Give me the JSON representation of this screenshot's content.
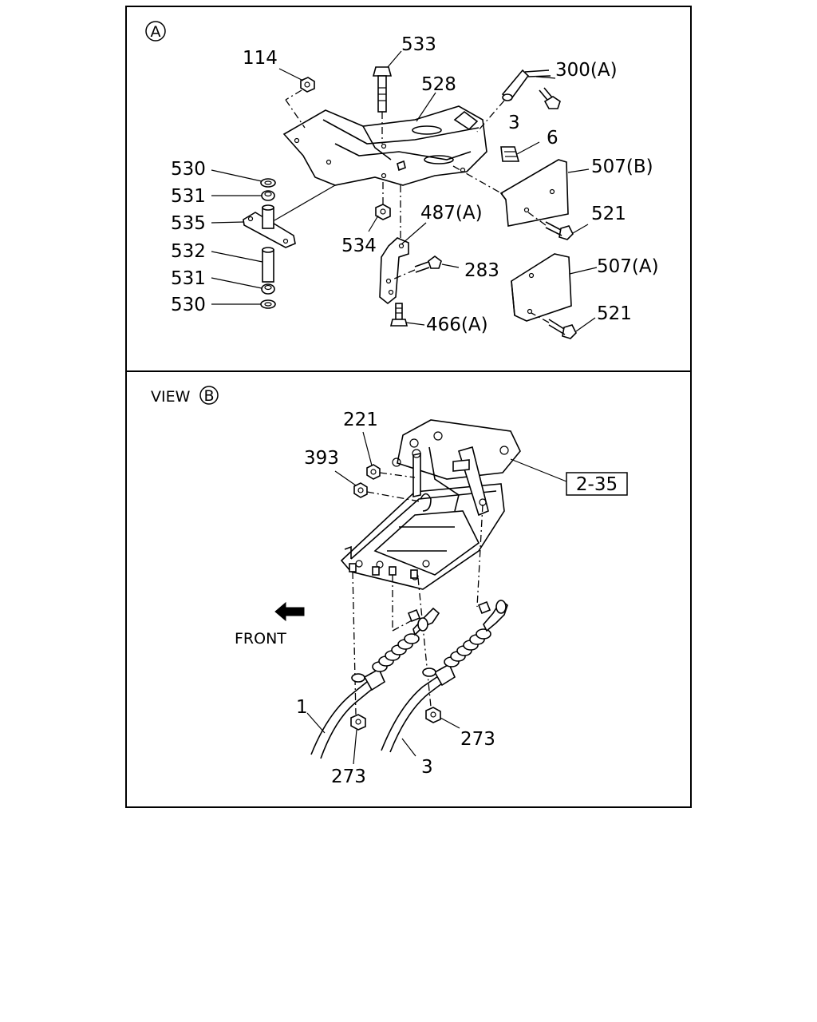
{
  "panel_a": {
    "marker": "A",
    "labels": {
      "p114": "114",
      "p533": "533",
      "p528": "528",
      "p300a": "300(A)",
      "p3": "3",
      "p6": "6",
      "p507b": "507(B)",
      "p530_top": "530",
      "p531_top": "531",
      "p535": "535",
      "p532": "532",
      "p531_bot": "531",
      "p530_bot": "530",
      "p534": "534",
      "p487a": "487(A)",
      "p283": "283",
      "p466a": "466(A)",
      "p521_top": "521",
      "p507a": "507(A)",
      "p521_bot": "521"
    }
  },
  "panel_b": {
    "view_word": "VIEW",
    "view_marker": "B",
    "ref_box": "2-35",
    "front_label": "FRONT",
    "labels": {
      "p221": "221",
      "p393": "393",
      "p1": "1",
      "p3": "3",
      "p273_left": "273",
      "p273_right": "273"
    }
  }
}
